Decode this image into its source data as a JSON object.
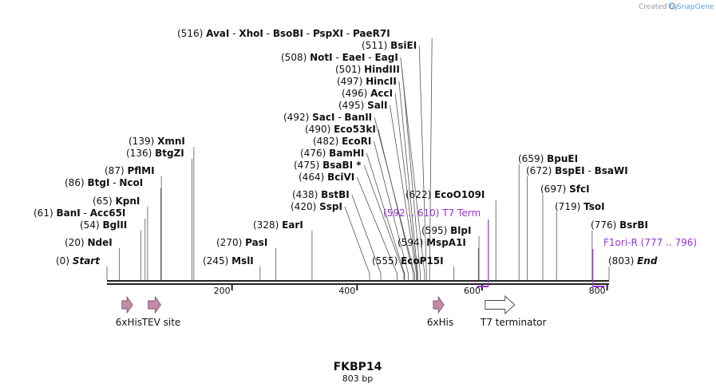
{
  "credit": {
    "prefix": "Created by",
    "brand": "SnapGene"
  },
  "sequence": {
    "name": "FKBP14",
    "length_label": "803 bp",
    "length": 803
  },
  "axis": {
    "ticks": [
      200,
      400,
      600,
      800
    ]
  },
  "colors": {
    "backbone": "#222222",
    "primer": "#9b30d9",
    "his_feature": "#c48aa8",
    "terminator_fill": "#ffffff"
  },
  "site_labels": [
    {
      "id": "site-516",
      "pos": 516,
      "num": "(516)",
      "names": [
        "AvaI",
        "XhoI",
        "BsoBI",
        "PspXI",
        "PaeR7I"
      ]
    },
    {
      "id": "site-511",
      "pos": 511,
      "num": "(511)",
      "names": [
        "BsiEI"
      ]
    },
    {
      "id": "site-508",
      "pos": 508,
      "num": "(508)",
      "names": [
        "NotI",
        "EaeI",
        "EagI"
      ]
    },
    {
      "id": "site-501",
      "pos": 501,
      "num": "(501)",
      "names": [
        "HindIII"
      ]
    },
    {
      "id": "site-497",
      "pos": 497,
      "num": "(497)",
      "names": [
        "HincII"
      ]
    },
    {
      "id": "site-496",
      "pos": 496,
      "num": "(496)",
      "names": [
        "AccI"
      ]
    },
    {
      "id": "site-495",
      "pos": 495,
      "num": "(495)",
      "names": [
        "SalI"
      ]
    },
    {
      "id": "site-492",
      "pos": 492,
      "num": "(492)",
      "names": [
        "SacI",
        "BanII"
      ]
    },
    {
      "id": "site-490",
      "pos": 490,
      "num": "(490)",
      "names": [
        "Eco53kI"
      ]
    },
    {
      "id": "site-482",
      "pos": 482,
      "num": "(482)",
      "names": [
        "EcoRI"
      ]
    },
    {
      "id": "site-476",
      "pos": 476,
      "num": "(476)",
      "names": [
        "BamHI"
      ]
    },
    {
      "id": "site-475",
      "pos": 475,
      "num": "(475)",
      "names": [
        "BsaBI *"
      ]
    },
    {
      "id": "site-464",
      "pos": 464,
      "num": "(464)",
      "names": [
        "BciVI"
      ]
    },
    {
      "id": "site-438",
      "pos": 438,
      "num": "(438)",
      "names": [
        "BstBI"
      ]
    },
    {
      "id": "site-420",
      "pos": 420,
      "num": "(420)",
      "names": [
        "SspI"
      ]
    },
    {
      "id": "site-328",
      "pos": 328,
      "num": "(328)",
      "names": [
        "EarI"
      ]
    },
    {
      "id": "site-270",
      "pos": 270,
      "num": "(270)",
      "names": [
        "PasI"
      ]
    },
    {
      "id": "site-245",
      "pos": 245,
      "num": "(245)",
      "names": [
        "MslI"
      ]
    },
    {
      "id": "site-139",
      "pos": 139,
      "num": "(139)",
      "names": [
        "XmnI"
      ]
    },
    {
      "id": "site-136",
      "pos": 136,
      "num": "(136)",
      "names": [
        "BtgZI"
      ]
    },
    {
      "id": "site-87",
      "pos": 87,
      "num": "(87)",
      "names": [
        "PflMI"
      ]
    },
    {
      "id": "site-86",
      "pos": 86,
      "num": "(86)",
      "names": [
        "BtgI",
        "NcoI"
      ]
    },
    {
      "id": "site-65",
      "pos": 65,
      "num": "(65)",
      "names": [
        "KpnI"
      ]
    },
    {
      "id": "site-61",
      "pos": 61,
      "num": "(61)",
      "names": [
        "BanI",
        "Acc65I"
      ]
    },
    {
      "id": "site-54",
      "pos": 54,
      "num": "(54)",
      "names": [
        "BglII"
      ]
    },
    {
      "id": "site-20",
      "pos": 20,
      "num": "(20)",
      "names": [
        "NdeI"
      ]
    },
    {
      "id": "site-0",
      "pos": 0,
      "num": "(0)",
      "names": [
        "Start"
      ],
      "italic": true
    },
    {
      "id": "site-622",
      "pos": 622,
      "num": "(622)",
      "names": [
        "EcoO109I"
      ]
    },
    {
      "id": "site-595",
      "pos": 595,
      "num": "(595)",
      "names": [
        "BlpI"
      ]
    },
    {
      "id": "site-594",
      "pos": 594,
      "num": "(594)",
      "names": [
        "MspA1I"
      ]
    },
    {
      "id": "site-555",
      "pos": 555,
      "num": "(555)",
      "names": [
        "EcoP15I"
      ]
    },
    {
      "id": "site-659",
      "pos": 659,
      "num": "(659)",
      "names": [
        "BpuEI"
      ]
    },
    {
      "id": "site-672",
      "pos": 672,
      "num": "(672)",
      "names": [
        "BspEI",
        "BsaWI"
      ]
    },
    {
      "id": "site-697",
      "pos": 697,
      "num": "(697)",
      "names": [
        "SfcI"
      ]
    },
    {
      "id": "site-719",
      "pos": 719,
      "num": "(719)",
      "names": [
        "TsoI"
      ]
    },
    {
      "id": "site-776",
      "pos": 776,
      "num": "(776)",
      "names": [
        "BsrBI"
      ]
    },
    {
      "id": "site-803",
      "pos": 803,
      "num": "(803)",
      "names": [
        "End"
      ],
      "italic": true
    }
  ],
  "primers": [
    {
      "id": "primer-t7-term",
      "range_label": "(592 .. 610)",
      "name": "T7 Term",
      "start": 592,
      "end": 610
    },
    {
      "id": "primer-f1ori-r",
      "range_label": "(777 .. 796)",
      "name": "F1ori-R",
      "start": 777,
      "end": 796
    }
  ],
  "features": [
    {
      "id": "feature-6xhis-1",
      "label": "6xHis",
      "start": 24,
      "end": 41
    },
    {
      "id": "feature-tev-site",
      "label": "TEV site",
      "start": 66,
      "end": 86
    },
    {
      "id": "feature-6xhis-2",
      "label": "6xHis",
      "start": 522,
      "end": 539
    },
    {
      "id": "feature-t7-terminator",
      "label": "T7 terminator",
      "start": 605,
      "end": 652
    }
  ]
}
